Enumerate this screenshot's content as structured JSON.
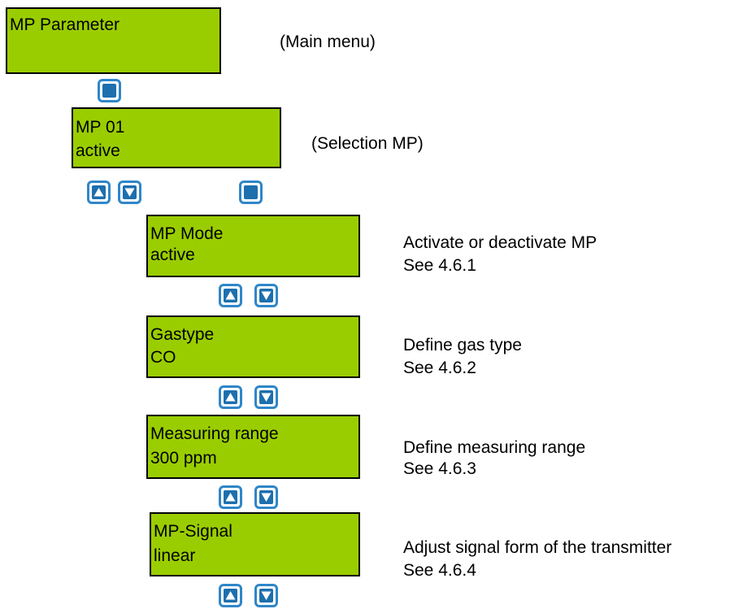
{
  "main_box": {
    "line1": "MP Parameter"
  },
  "main_note": "(Main menu)",
  "selection_box": {
    "line1": "MP 01",
    "line2": "active"
  },
  "selection_note": "(Selection MP)",
  "submenus": [
    {
      "line1": "MP Mode",
      "line2": "active",
      "desc": "Activate or deactivate MP",
      "ref": "See 4.6.1"
    },
    {
      "line1": "Gastype",
      "line2": "CO",
      "desc": "Define gas type",
      "ref": "See 4.6.2"
    },
    {
      "line1": "Measuring range",
      "line2": "300 ppm",
      "desc": "Define measuring range",
      "ref": "See 4.6.3"
    },
    {
      "line1": "MP-Signal",
      "line2": "linear",
      "desc": "Adjust signal form of the transmitter",
      "ref": "See 4.6.4"
    }
  ],
  "icons": [
    "enter-button-icon",
    "up-arrow-button-icon",
    "down-arrow-button-icon"
  ],
  "colors": {
    "lcd_green": "#9acd00",
    "button_border": "#2f86c8",
    "button_fill": "#1d6fae"
  }
}
